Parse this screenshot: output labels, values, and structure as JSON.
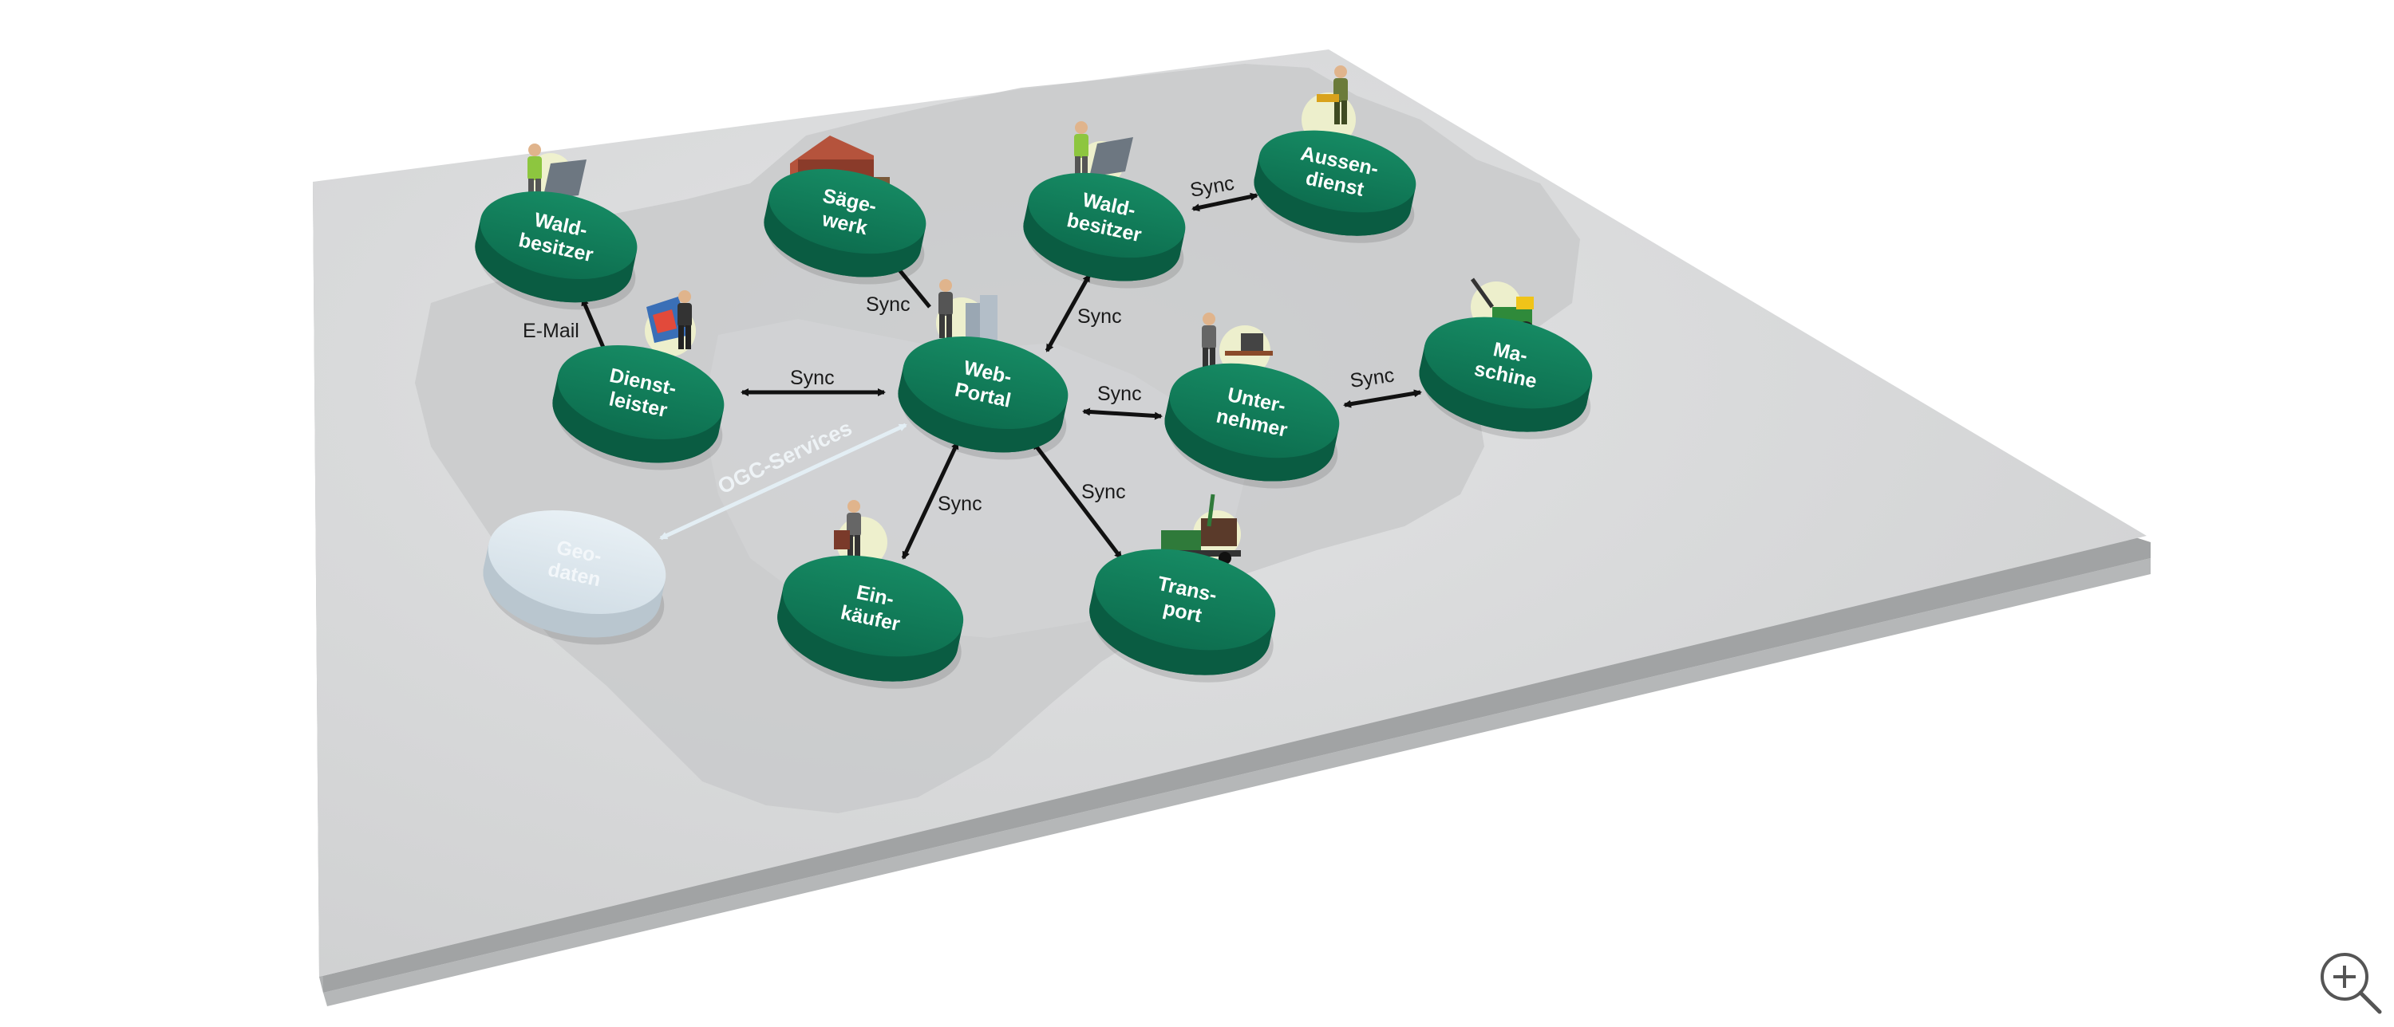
{
  "colors": {
    "node_top": "#0f7a57",
    "node_side": "#0a5c42",
    "geo_top": "#dce7ee",
    "geo_side": "#b9c6cf",
    "board_top": "#d9dadb",
    "board_edge": "#9a9c9d",
    "map_region": "#c8c9ca",
    "arrow": "#111111",
    "ogc_arrow": "#e3eef4"
  },
  "nodes": {
    "waldbesitzer_left": [
      "Wald-",
      "besitzer"
    ],
    "saegewerk": [
      "Säge-",
      "werk"
    ],
    "waldbesitzer_center": [
      "Wald-",
      "besitzer"
    ],
    "aussendienst": [
      "Aussen-",
      "dienst"
    ],
    "dienstleister": [
      "Dienst-",
      "leister"
    ],
    "webportal": [
      "Web-",
      "Portal"
    ],
    "unternehmer": [
      "Unter-",
      "nehmer"
    ],
    "maschine": [
      "Ma-",
      "schine"
    ],
    "geodaten": [
      "Geo-",
      "daten"
    ],
    "einkaeufer": [
      "Ein-",
      "käufer"
    ],
    "transport": [
      "Trans-",
      "port"
    ]
  },
  "edges": {
    "email": "E-Mail",
    "sync": "Sync",
    "ogc": "OGC-Services"
  },
  "icons": {
    "waldbesitzer_left": "forester-with-map-icon",
    "saegewerk": "sawmill-icon",
    "waldbesitzer_center": "forester-with-map-icon",
    "aussendienst": "worker-with-chainsaw-icon",
    "dienstleister": "consultant-with-map-icon",
    "webportal": "businessman-with-buildings-icon",
    "unternehmer": "worker-at-desk-icon",
    "maschine": "harvester-icon",
    "einkaeufer": "buyer-with-timber-icon",
    "transport": "timber-truck-icon",
    "zoom": "zoom-in-icon"
  }
}
